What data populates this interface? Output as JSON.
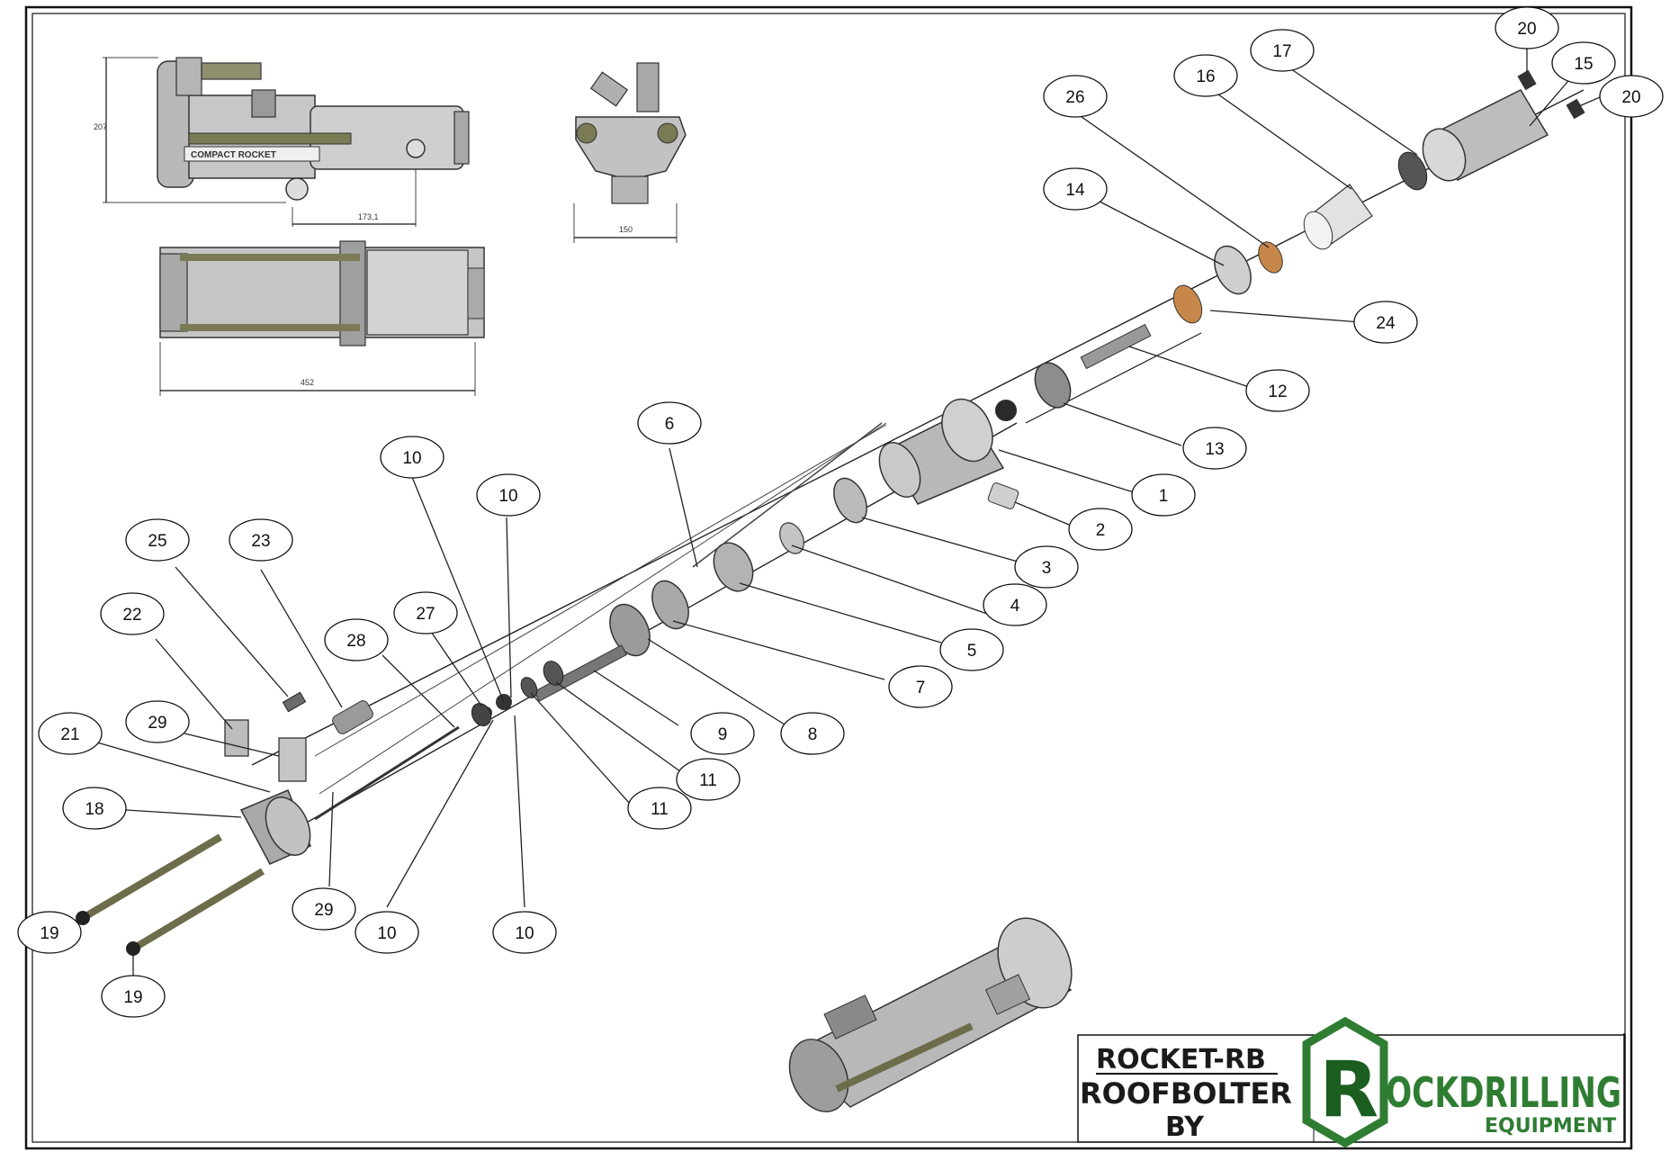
{
  "colors": {
    "ink": "#111111",
    "part_fill": "#bdbdbd",
    "part_dark": "#4a4a4a",
    "olive": "#7a7a55",
    "bronze": "#c8874a",
    "logo_green": "#2e7d32",
    "logo_dark": "#1b5e20"
  },
  "dimensions": {
    "side_height": "207",
    "side_offset": "173,1",
    "front_width": "150",
    "top_length": "452",
    "top_stamp": "COMPACT ROCKET"
  },
  "callouts": [
    {
      "label": "20"
    },
    {
      "label": "17"
    },
    {
      "label": "15"
    },
    {
      "label": "16"
    },
    {
      "label": "20"
    },
    {
      "label": "26"
    },
    {
      "label": "14"
    },
    {
      "label": "24"
    },
    {
      "label": "12"
    },
    {
      "label": "6"
    },
    {
      "label": "13"
    },
    {
      "label": "10"
    },
    {
      "label": "10"
    },
    {
      "label": "1"
    },
    {
      "label": "2"
    },
    {
      "label": "25"
    },
    {
      "label": "23"
    },
    {
      "label": "3"
    },
    {
      "label": "4"
    },
    {
      "label": "22"
    },
    {
      "label": "27"
    },
    {
      "label": "28"
    },
    {
      "label": "5"
    },
    {
      "label": "7"
    },
    {
      "label": "21"
    },
    {
      "label": "29"
    },
    {
      "label": "9"
    },
    {
      "label": "8"
    },
    {
      "label": "11"
    },
    {
      "label": "18"
    },
    {
      "label": "11"
    },
    {
      "label": "29"
    },
    {
      "label": "19"
    },
    {
      "label": "10"
    },
    {
      "label": "10"
    },
    {
      "label": "19"
    }
  ],
  "title_block": {
    "line1": "ROCKET-RB",
    "line2": "ROOFBOLTER",
    "line3": "BY",
    "logo_main": "R",
    "logo_rest": "OCKDRILLING",
    "logo_sub": "EQUIPMENT"
  }
}
